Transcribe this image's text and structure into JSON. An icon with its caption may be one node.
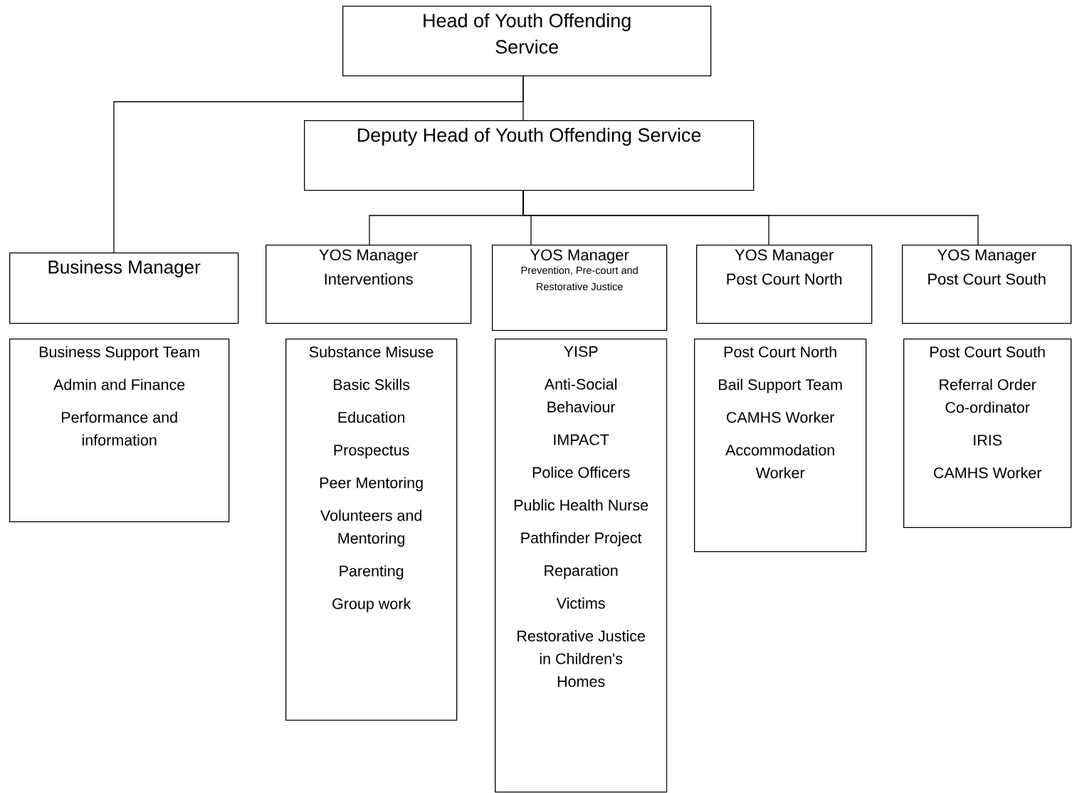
{
  "diagram": {
    "nodes": [
      {
        "text": [
          "Head of Youth Offending Service"
        ]
      },
      {
        "text": [
          "Deputy Head of Youth Offending Service"
        ]
      },
      {
        "text": [
          "Business Manager"
        ]
      },
      {
        "text": [
          "YOS Manager",
          "Interventions"
        ]
      },
      {
        "text": [
          "YOS Manager",
          "Prevention, Pre-court and Restorative Justice"
        ]
      },
      {
        "text": [
          "YOS Manager",
          "Post Court North"
        ]
      },
      {
        "text": [
          "YOS Manager",
          "Post Court South"
        ]
      },
      {
        "text": [
          "Business Support Team",
          "Admin and Finance",
          "Performance and information"
        ]
      },
      {
        "text": [
          "Substance Misuse",
          "Basic Skills",
          "Education",
          "Prospectus",
          "Peer Mentoring",
          "Volunteers and Mentoring",
          "Parenting",
          "Group work"
        ]
      },
      {
        "text": [
          "YISP",
          "Anti-Social Behaviour",
          "IMPACT",
          "Police Officers",
          "Public Health Nurse",
          "Pathfinder Project",
          "Reparation",
          "Victims",
          "Restorative Justice in Children's Homes"
        ]
      },
      {
        "text": [
          "Post Court North",
          "Bail Support Team",
          "CAMHS Worker",
          "Accommodation Worker"
        ]
      },
      {
        "text": [
          "Post Court South",
          "Referral Order Co-ordinator",
          "IRIS",
          "CAMHS Worker"
        ]
      }
    ],
    "edges": [
      {
        "from": 0,
        "to": 1,
        "arrow": "none"
      },
      {
        "from": 0,
        "to": 2,
        "arrow": "none"
      },
      {
        "from": 1,
        "to": 3,
        "arrow": "none"
      },
      {
        "from": 1,
        "to": 4,
        "arrow": "none"
      },
      {
        "from": 1,
        "to": 5,
        "arrow": "none"
      },
      {
        "from": 1,
        "to": 6,
        "arrow": "none"
      }
    ]
  }
}
